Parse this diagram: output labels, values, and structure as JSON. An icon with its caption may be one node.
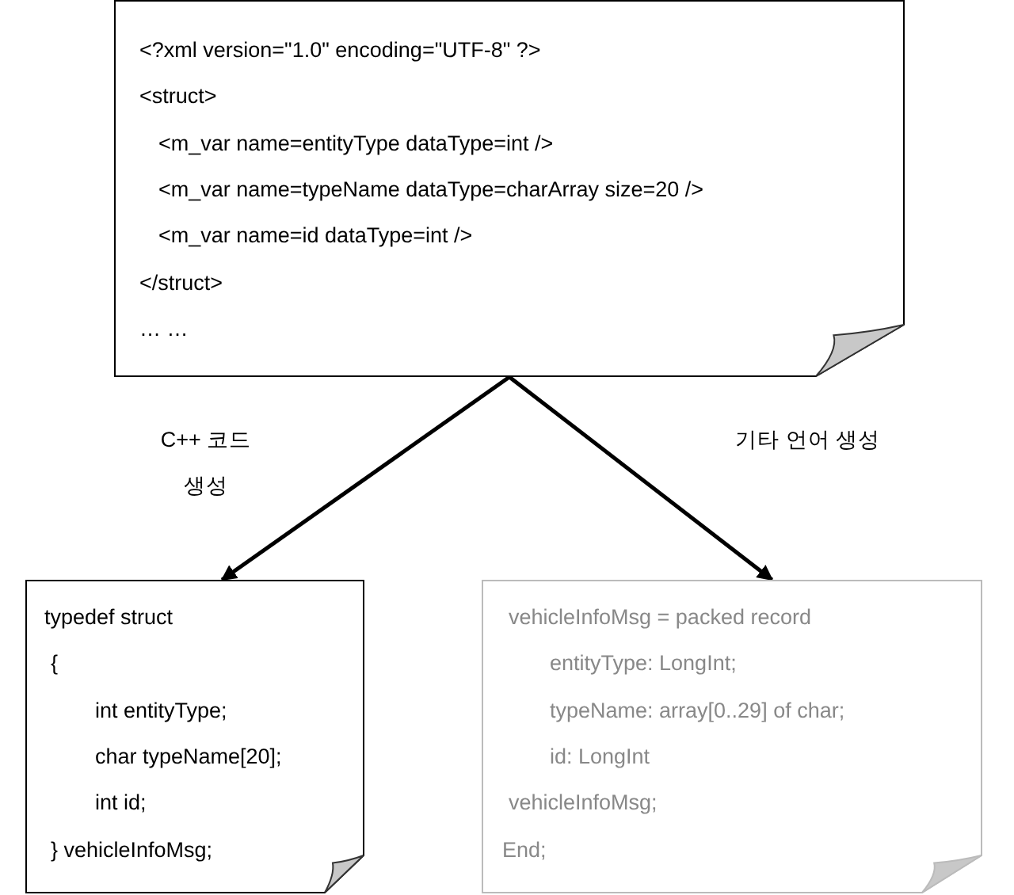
{
  "diagram": {
    "nodes": [
      {
        "text": [
          "<?xml version=\"1.0\" encoding=\"UTF-8\" ?>",
          "<struct>",
          "<m_var name=entityType dataType=int />",
          "<m_var name=typeName dataType=charArray size=20 />",
          "<m_var name=id dataType=int />",
          "</struct>",
          "… …"
        ]
      },
      {
        "text": [
          "typedef struct",
          "{",
          "int entityType;",
          "char typeName[20];",
          "int id;",
          "} vehicleInfoMsg;"
        ]
      },
      {
        "text": [
          "vehicleInfoMsg = packed record",
          "entityType: LongInt;",
          "typeName: array[0..29] of char;",
          "id: LongInt",
          "vehicleInfoMsg;",
          "End;"
        ]
      }
    ],
    "edges": [
      {
        "from": 0,
        "to": 1,
        "arrow": "to",
        "label": "C++ 코드 생성"
      },
      {
        "from": 0,
        "to": 2,
        "arrow": "to",
        "label": "기타 언어 생성"
      }
    ]
  }
}
